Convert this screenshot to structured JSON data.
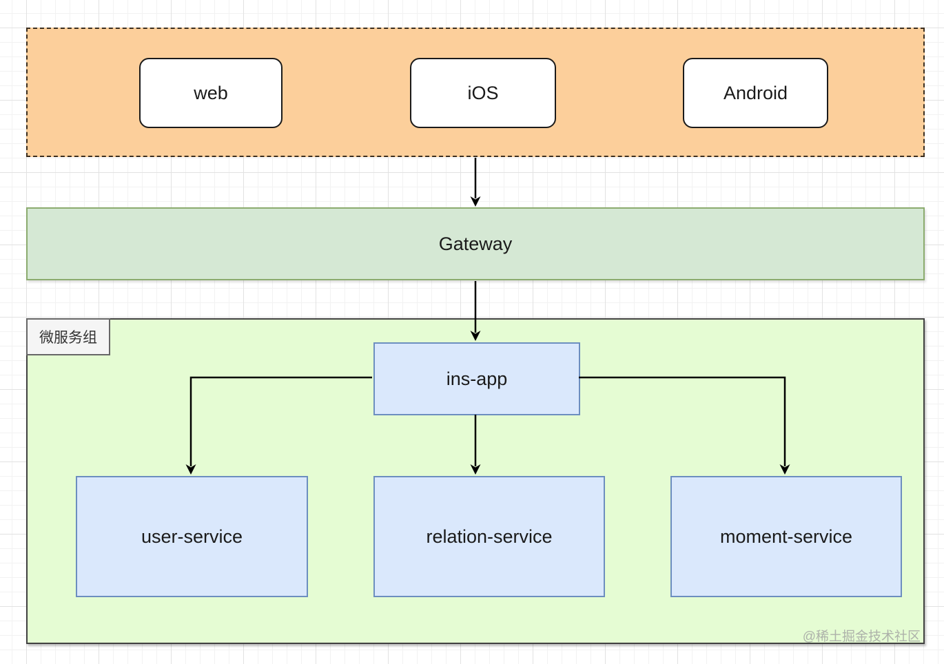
{
  "clients": {
    "nodes": [
      {
        "label": "web"
      },
      {
        "label": "iOS"
      },
      {
        "label": "Android"
      }
    ]
  },
  "gateway": {
    "label": "Gateway"
  },
  "microservices": {
    "group_label": "微服务组",
    "app": {
      "label": "ins-app"
    },
    "services": [
      {
        "label": "user-service"
      },
      {
        "label": "relation-service"
      },
      {
        "label": "moment-service"
      }
    ]
  },
  "watermark": "@稀土掘金技术社区",
  "colors": {
    "clients_fill": "#fccf9b",
    "clients_border": "#3a2d1e",
    "client_node_fill": "#ffffff",
    "client_node_border": "#1a1a1a",
    "gateway_fill": "#d5e8d4",
    "gateway_border": "#8bab6e",
    "services_fill": "#e5fcd3",
    "services_border": "#404040",
    "service_node_fill": "#dae8fc",
    "service_node_border": "#6c8ebf",
    "label_fill": "#f5f5f5",
    "label_border": "#666666",
    "arrow": "#000000",
    "text": "#1a1a1a",
    "watermark": "#a0a0a0",
    "grid_minor": "#f2f2f2",
    "grid_major": "#e2e2e2"
  }
}
